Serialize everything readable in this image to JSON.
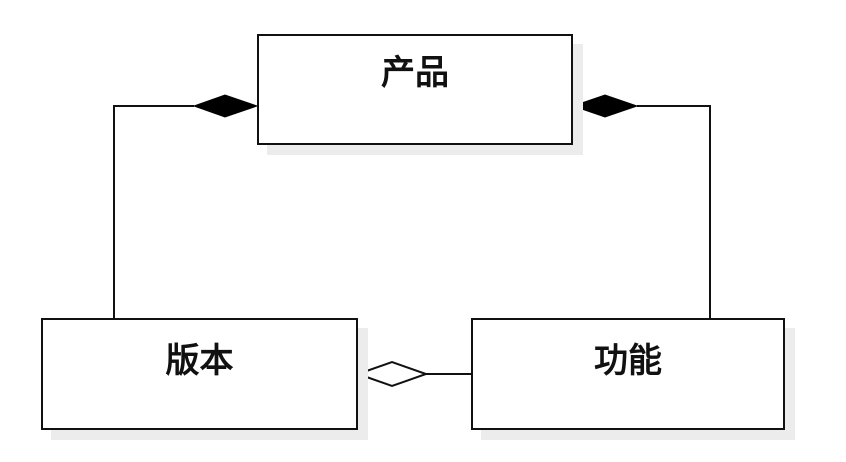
{
  "diagram": {
    "classes": {
      "product": "产品",
      "version": "版本",
      "feature": "功能"
    },
    "relations": [
      {
        "from": "product",
        "to": "version",
        "type": "composition"
      },
      {
        "from": "product",
        "to": "feature",
        "type": "composition"
      },
      {
        "from": "version",
        "to": "feature",
        "type": "aggregation"
      }
    ]
  }
}
